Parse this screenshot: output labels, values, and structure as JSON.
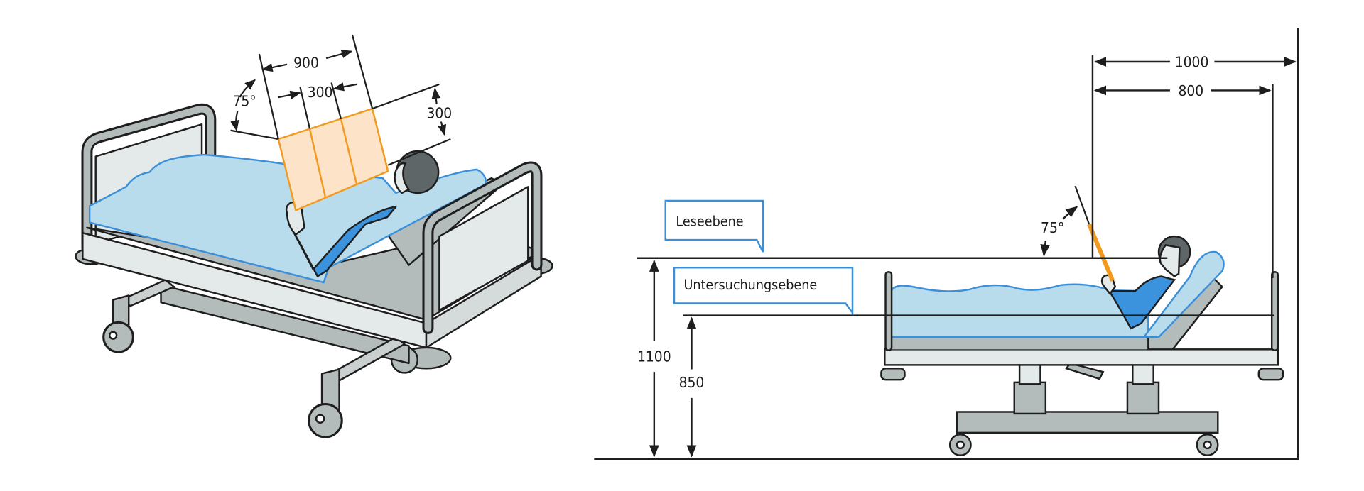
{
  "left_view": {
    "dim_width_total": "900",
    "dim_width_segment": "300",
    "dim_height_segment": "300",
    "angle": "75°"
  },
  "right_view": {
    "label_reading_level": "Leseebene",
    "label_examination_level": "Untersuchungsebene",
    "dim_reading_height": "1100",
    "dim_examination_height": "850",
    "dim_distance_wall": "1000",
    "dim_distance_rail": "800",
    "angle": "75°"
  },
  "colors": {
    "outline": "#1e1e1e",
    "metal": "#b3bcbb",
    "panel": "#e4e9e9",
    "mattress": "#b9dcec",
    "blue_line": "#3b8fd8",
    "patient_blue": "#3a93dc",
    "hair": "#5e6668",
    "orange": "#f29a1e",
    "orange_fill": "#fde3c8"
  }
}
